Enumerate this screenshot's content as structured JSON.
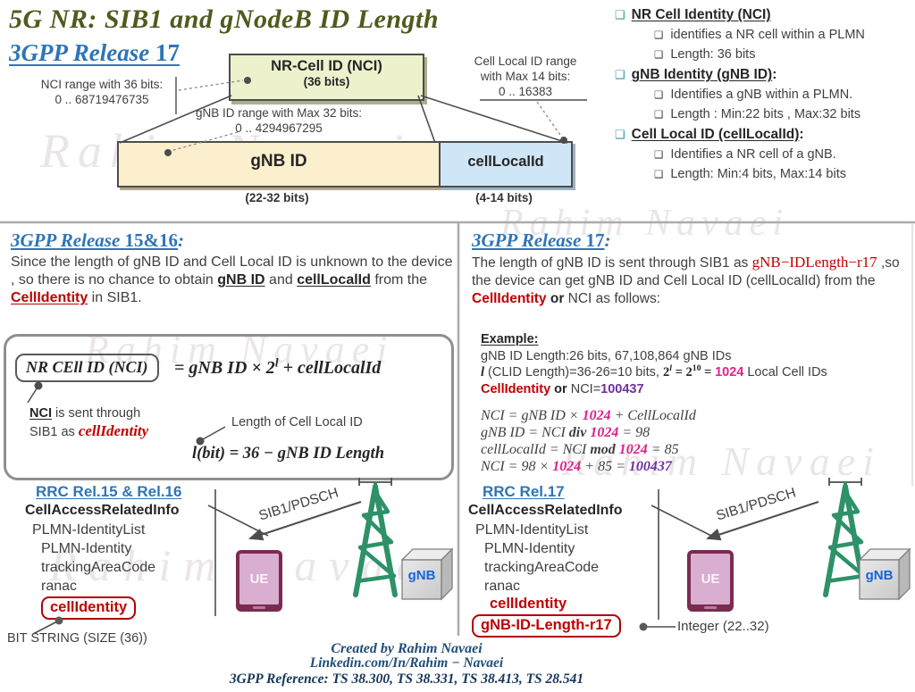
{
  "page": {
    "title": "5G NR: SIB1 and gNodeB ID Length",
    "subtitle_italic": "3GPP Release ",
    "subtitle_num": "17",
    "watermark": "Rahim Navaei"
  },
  "nci_diagram": {
    "nci_title": "NR-Cell ID (NCI)",
    "nci_bits": "(36 bits)",
    "gnb_label": "gNB ID",
    "gnb_bits": "(22-32 bits)",
    "cell_label": "cellLocalId",
    "cell_bits": "(4-14 bits)",
    "nci_range_1": "NCI range with 36 bits:",
    "nci_range_2": "0 .. 68719476735",
    "gnb_range_1": "gNB ID range with Max 32 bits:",
    "gnb_range_2": "0 .. 4294967295",
    "cell_range_1": "Cell Local ID range",
    "cell_range_2": "with Max 14 bits:",
    "cell_range_3": "0 .. 16383"
  },
  "definitions": {
    "items": [
      {
        "label": "NR Cell Identity (NCI)",
        "suffix": "",
        "sub1": "identifies a NR cell within  a PLMN",
        "sub2": "Length: 36 bits"
      },
      {
        "label": "gNB Identity (gNB ID)",
        "suffix": ":",
        "sub1": "Identifies a gNB within  a PLMN.",
        "sub2": "Length : Min:22 bits , Max:32 bits"
      },
      {
        "label": "Cell Local ID (cellLocalId)",
        "suffix": ":",
        "sub1": "Identifies a NR cell of a gNB.",
        "sub2": "Length: Min:4 bits, Max:14 bits"
      }
    ]
  },
  "rel1516": {
    "heading_italic": "3GPP Release ",
    "heading_num": "15&16",
    "colon": ":",
    "t1": "Since the length of gNB ID and Cell Local ID is unknown to the device , so there is no chance to obtain ",
    "gnb_id": "gNB ID",
    "t2": " and ",
    "cell_local_id": "cellLocalId",
    "t3": " from the ",
    "cell_identity": "CellIdentity",
    "t4": " in SIB1."
  },
  "formula": {
    "nci_pill": "NR CEll ID (NCI)",
    "eq_pre": "= gNB ID  × 2",
    "eq_sup": "l",
    "eq_post": " + cellLocalId",
    "note_nci": "NCI",
    "note_1": " is sent through",
    "note_2": "SIB1 as ",
    "note_cellidentity": "cellIdentity",
    "len_label": "Length of Cell Local ID",
    "len_eq": "l(bit) = 36 − gNB ID Length"
  },
  "rel17": {
    "heading_italic": "3GPP Release ",
    "heading_num": "17",
    "colon": ":",
    "t1": "The length of gNB ID is sent through SIB1 as ",
    "code": "gNB−IDLength−r17",
    "t2": " ,so the device can get gNB ID and Cell Local ID (cellLocalId) from the ",
    "cell_identity": "CellIdentity",
    "or": " or ",
    "t3": "NCI as follows:"
  },
  "example": {
    "heading": "Example:",
    "line1": "gNB ID Length:26  bits, 67,108,864 gNB IDs",
    "l2_l": "l",
    "l2_a": " (CLID Length)=36-26=10  bits,  ",
    "l2_b": "2",
    "l2_sup1": "l",
    "l2_c": " = 2",
    "l2_sup2": "10",
    "l2_d": " = ",
    "l2_val": "1024",
    "l2_e": " Local Cell IDs",
    "l3_cell": "CellIdentity",
    "l3_or": "  or ",
    "l3_b": "NCI=",
    "l3_val": "100437",
    "m1_a": "NCI = gNB ID  × ",
    "m1_v": "1024",
    "m1_b": " + CellLocalId",
    "m2_a": "gNB ID = NCI ",
    "m2_op": "div",
    "m2_sp": " ",
    "m2_v": "1024",
    "m2_b": " = 98",
    "m3_a": "cellLocalId = NCI ",
    "m3_op": "mod",
    "m3_sp": " ",
    "m3_v": "1024",
    "m3_b": " = 85",
    "m4_a": "NCI = 98  × ",
    "m4_v": "1024",
    "m4_b": " + 85 = ",
    "m4_val": "100437"
  },
  "rrc_left": {
    "heading": "RRC Rel.15 & Rel.16",
    "rows": [
      "CellAccessRelatedInfo",
      "PLMN-IdentityList",
      "PLMN-Identity",
      "trackingAreaCode",
      "ranac"
    ],
    "cell_identity": "cellIdentity",
    "bit_string": "BIT STRING (SIZE (36))",
    "channel": "SIB1/PDSCH",
    "ue": "UE",
    "gnb": "gNB"
  },
  "rrc_right": {
    "heading": "RRC Rel.17",
    "rows": [
      "CellAccessRelatedInfo",
      "PLMN-IdentityList",
      "PLMN-Identity",
      "trackingAreaCode",
      "ranac"
    ],
    "cell_identity": "cellIdentity",
    "gnb_id_length": "gNB-ID-Length-r17",
    "integer": "Integer (22..32)",
    "channel": "SIB1/PDSCH",
    "ue": "UE",
    "gnb": "gNB"
  },
  "footer": {
    "line1": "Created by Rahim Navaei",
    "line2": "Linkedin.com/In/Rahim − Navaei",
    "line3": "3GPP Reference: TS 38.300, TS 38.331, TS 38.413, TS 28.541"
  },
  "colors": {
    "accent_blue": "#2e75b6",
    "olive_title": "#4f5b1d",
    "red": "#c00000",
    "magenta": "#e0218a",
    "purple": "#7030a0",
    "teal_bullet": "#2f9aa8",
    "tower_green": "#2e9168",
    "footer_navy": "#1f4e79",
    "footer_dark_navy": "#17365d"
  }
}
